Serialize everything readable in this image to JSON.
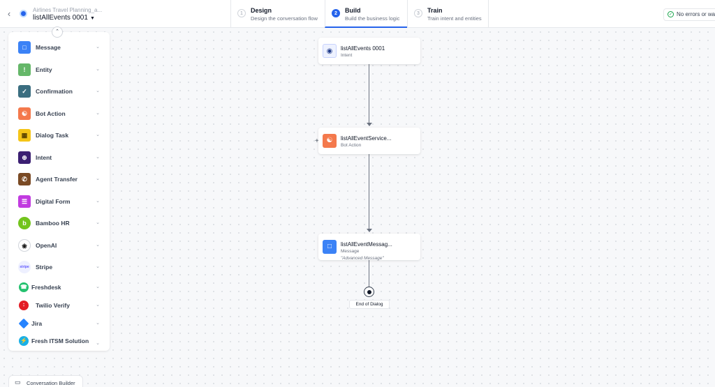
{
  "header": {
    "back_icon": "chevron-left-icon",
    "app_name": "Airlines Travel Planning_a...",
    "dialog_name": "listAllEvents 0001",
    "steps": [
      {
        "number": "1",
        "title": "Design",
        "subtitle": "Design the conversation flow"
      },
      {
        "number": "2",
        "title": "Build",
        "subtitle": "Build the business logic"
      },
      {
        "number": "3",
        "title": "Train",
        "subtitle": "Train intent and entities"
      }
    ],
    "status": "No errors or warnings"
  },
  "sidebar": {
    "items": [
      {
        "label": "Message",
        "icon": "message-icon",
        "color": "#3b82f6"
      },
      {
        "label": "Entity",
        "icon": "entity-icon",
        "color": "#65b769"
      },
      {
        "label": "Confirmation",
        "icon": "confirmation-icon",
        "color": "#3b6e80"
      },
      {
        "label": "Bot Action",
        "icon": "bot-action-icon",
        "color": "#f4794c"
      },
      {
        "label": "Dialog Task",
        "icon": "dialog-task-icon",
        "color": "#f5c518"
      },
      {
        "label": "Intent",
        "icon": "intent-icon",
        "color": "#3b1f72"
      },
      {
        "label": "Agent Transfer",
        "icon": "agent-transfer-icon",
        "color": "#7a4a24"
      },
      {
        "label": "Digital Form",
        "icon": "digital-form-icon",
        "color": "#c13be0"
      },
      {
        "label": "Bamboo HR",
        "icon": "bamboo-hr-icon",
        "color": "#73c41d"
      },
      {
        "label": "OpenAI",
        "icon": "openai-icon",
        "color": "#111111"
      },
      {
        "label": "Stripe",
        "icon": "stripe-icon",
        "color": "#635bff"
      },
      {
        "label": "Freshdesk",
        "icon": "freshdesk-icon",
        "color": "#25c16f"
      },
      {
        "label": "Twilio Verify",
        "icon": "twilio-icon",
        "color": "#e31e26"
      },
      {
        "label": "Jira",
        "icon": "jira-icon",
        "color": "#2684ff"
      },
      {
        "label": "Fresh ITSM Solution",
        "icon": "freshservice-icon",
        "color": "#1ab0e6"
      }
    ]
  },
  "flow": {
    "intent_node": {
      "title": "listAllEvents 0001",
      "type": "Intent"
    },
    "bot_action_node": {
      "title": "listAllEventService...",
      "type": "Bot Action"
    },
    "message_node": {
      "title": "listAllEventMessag...",
      "type": "Message",
      "detail": "\"Advanced Message\""
    },
    "end_label": "End of Dialog"
  },
  "footer": {
    "conversation_builder": "Conversation Builder"
  }
}
